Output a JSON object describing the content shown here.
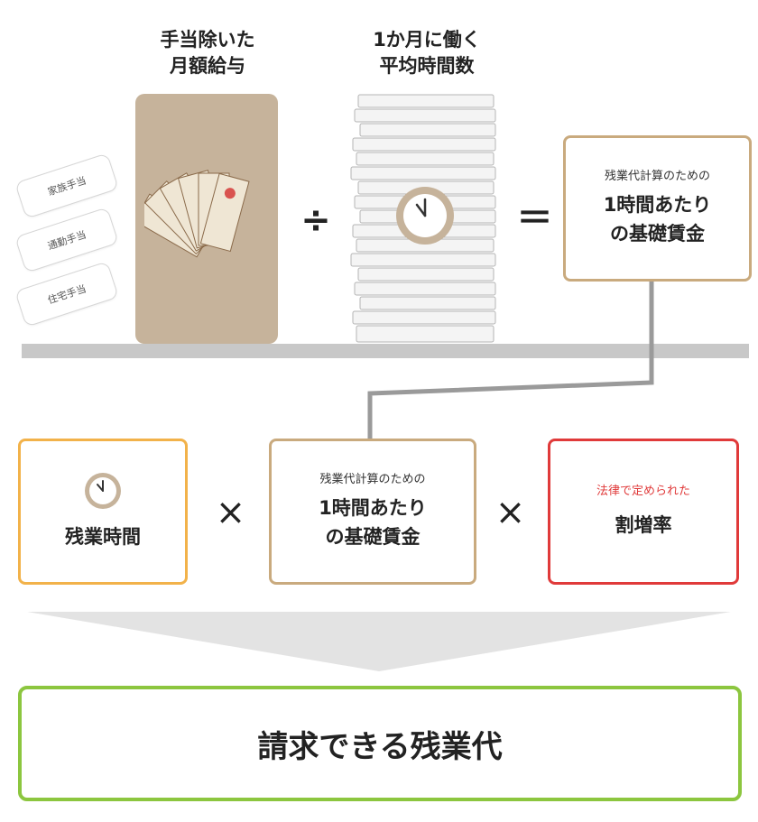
{
  "top": {
    "salary_title": [
      "手当除いた",
      "月額給与"
    ],
    "hours_title": [
      "1か月に働く",
      "平均時間数"
    ],
    "allowances": [
      "家族手当",
      "通勤手当",
      "住宅手当"
    ],
    "divide_sign": "÷",
    "equals_sign": "＝",
    "result_box": {
      "small": "残業代計算のための",
      "big_lines": [
        "1時間あたり",
        "の基礎賃金"
      ]
    }
  },
  "bottom": {
    "overtime_box": {
      "label": "残業時間"
    },
    "times_sign_1": "×",
    "base_wage_box": {
      "small": "残業代計算のための",
      "big_lines": [
        "1時間あたり",
        "の基礎賃金"
      ]
    },
    "times_sign_2": "×",
    "rate_box": {
      "small": "法律で定められた",
      "big": "割増率"
    }
  },
  "result": {
    "label": "請求できる残業代"
  },
  "colors": {
    "brown_border": "#c9aa7e",
    "orange_border": "#f2b24a",
    "red_border": "#e03a3a",
    "green_border": "#8cc63f",
    "money_block": "#c6b39b",
    "connector": "#9a9a9a"
  },
  "icons": [
    "bills-icon",
    "clock-icon",
    "paper-stack-icon",
    "down-arrow-icon"
  ]
}
